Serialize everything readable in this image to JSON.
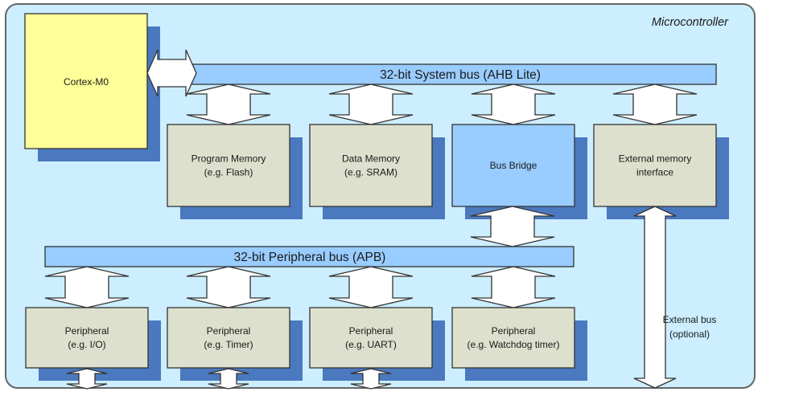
{
  "diagram": {
    "title": "Microcontroller",
    "colors": {
      "frame_fill": "#cceeff",
      "frame_stroke": "#666666",
      "bus_fill": "#99ccff",
      "cpu_fill": "#ffff99",
      "block_fill": "#dde0cc",
      "bridge_fill": "#99ccff",
      "shadow": "#4a79c0",
      "arrow_fill": "#ffffff",
      "stroke": "#333333"
    },
    "cpu": {
      "label": "Cortex-M0"
    },
    "system_bus": {
      "label": "32-bit System bus (AHB Lite)"
    },
    "peripheral_bus": {
      "label": "32-bit Peripheral bus (APB)"
    },
    "system_blocks": [
      {
        "id": "program-memory",
        "lines": [
          "Program Memory",
          "(e.g. Flash)"
        ],
        "kind": "block"
      },
      {
        "id": "data-memory",
        "lines": [
          "Data Memory",
          "(e.g. SRAM)"
        ],
        "kind": "block"
      },
      {
        "id": "bus-bridge",
        "lines": [
          "Bus Bridge"
        ],
        "kind": "bridge"
      },
      {
        "id": "external-memory-interface",
        "lines": [
          "External memory",
          "interface"
        ],
        "kind": "block"
      }
    ],
    "peripherals": [
      {
        "id": "peripheral-io",
        "lines": [
          "Peripheral",
          "(e.g. I/O)"
        ],
        "external_arrow": true
      },
      {
        "id": "peripheral-timer",
        "lines": [
          "Peripheral",
          "(e.g. Timer)"
        ],
        "external_arrow": true
      },
      {
        "id": "peripheral-uart",
        "lines": [
          "Peripheral",
          "(e.g. UART)"
        ],
        "external_arrow": true
      },
      {
        "id": "peripheral-watchdog",
        "lines": [
          "Peripheral",
          "(e.g. Watchdog timer)"
        ],
        "external_arrow": false
      }
    ],
    "external_bus": {
      "lines": [
        "External bus",
        "(optional)"
      ]
    }
  }
}
